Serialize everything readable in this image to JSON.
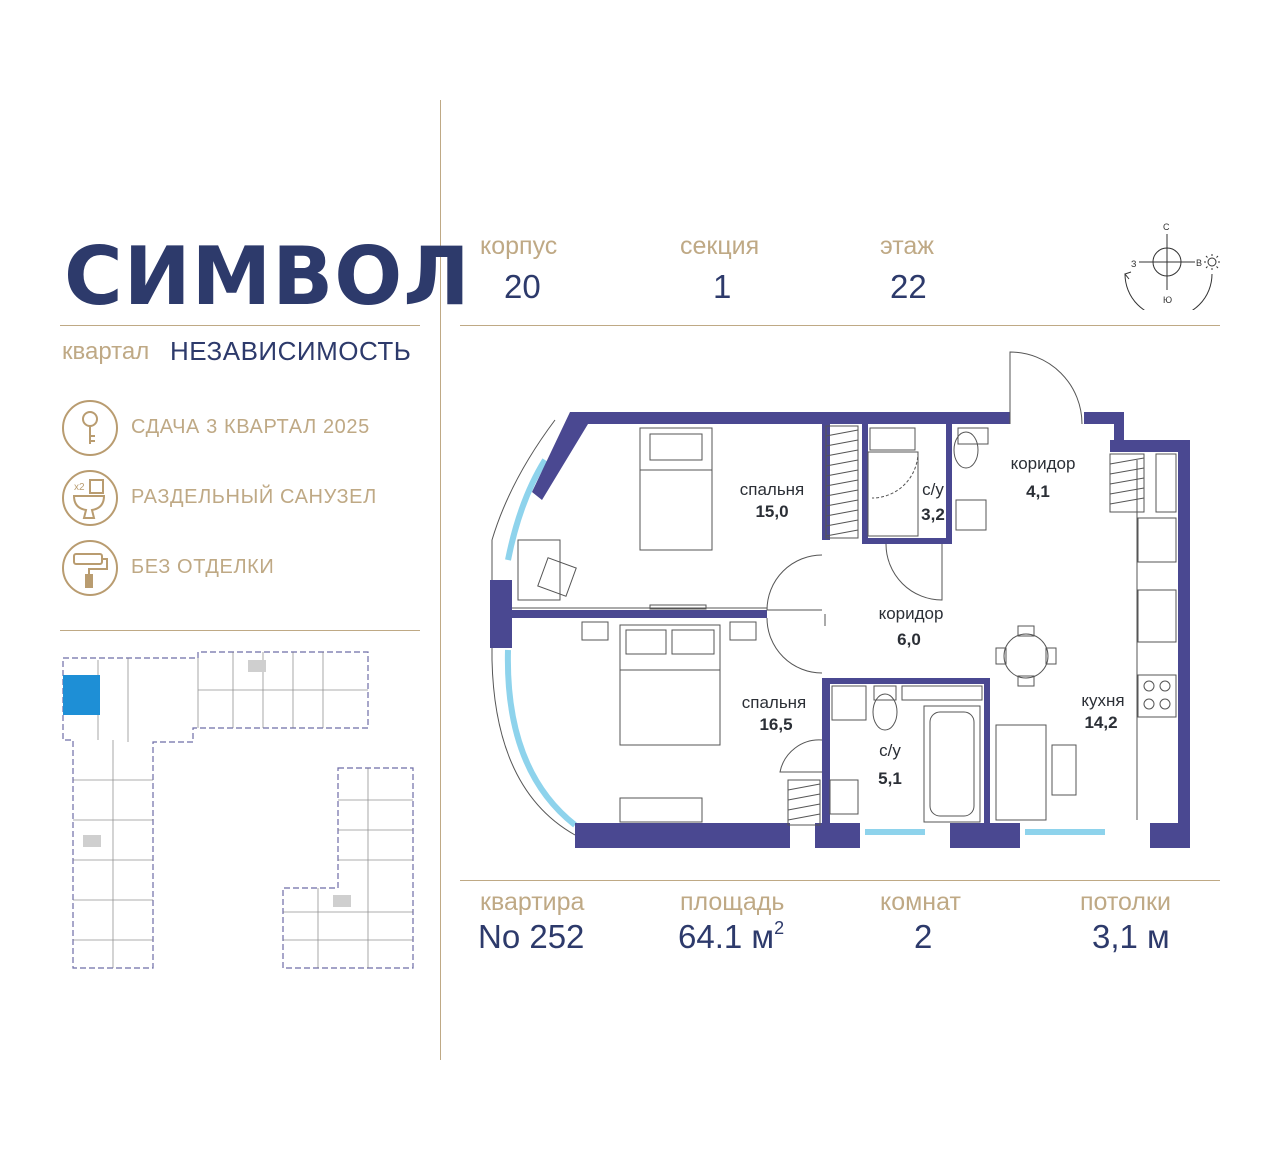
{
  "brand": {
    "logo": "СИМВОЛ",
    "district_prefix": "квартал",
    "district_name": "НЕЗАВИСИМОСТЬ"
  },
  "features": [
    {
      "icon": "key-icon",
      "text": "СДАЧА 3 КВАРТАЛ 2025"
    },
    {
      "icon": "toilet-icon",
      "icon_badge": "x2",
      "text": "РАЗДЕЛЬНЫЙ САНУЗЕЛ"
    },
    {
      "icon": "paint-roller-icon",
      "text": "БЕЗ ОТДЕЛКИ"
    }
  ],
  "top_info": {
    "building": {
      "label": "корпус",
      "value": "20"
    },
    "section": {
      "label": "секция",
      "value": "1"
    },
    "floor": {
      "label": "этаж",
      "value": "22"
    }
  },
  "compass": {
    "north": "С",
    "south": "Ю",
    "west": "З",
    "east": "В"
  },
  "rooms": [
    {
      "name": "спальня",
      "area": "15,0"
    },
    {
      "name": "с/у",
      "area": "3,2"
    },
    {
      "name": "коридор",
      "area": "4,1"
    },
    {
      "name": "коридор",
      "area": "6,0"
    },
    {
      "name": "спальня",
      "area": "16,5"
    },
    {
      "name": "с/у",
      "area": "5,1"
    },
    {
      "name": "кухня",
      "area": "14,2"
    }
  ],
  "bottom_info": {
    "apartment": {
      "label": "квартира",
      "value": "No 252"
    },
    "area": {
      "label": "площадь",
      "value": "64.1 м",
      "unit_sup": "2"
    },
    "rooms": {
      "label": "комнат",
      "value": "2"
    },
    "ceilings": {
      "label": "потолки",
      "value": "3,1 м"
    }
  },
  "colors": {
    "brand_navy": "#2d3a6b",
    "gold": "#bfa985",
    "wall": "#4a4891",
    "window": "#8ed3ec",
    "highlight": "#1e8fd6"
  }
}
